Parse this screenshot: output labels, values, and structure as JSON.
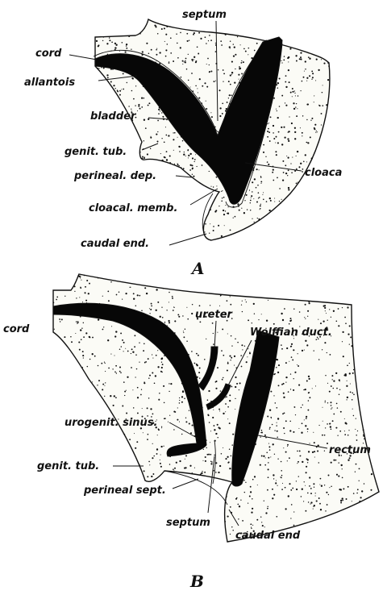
{
  "panel_a": {
    "caption": "A",
    "labels": {
      "septum": "septum",
      "cord": "cord",
      "allantois": "allantois",
      "bladder": "bladder",
      "genit_tub": "genit. tub.",
      "perineal_dep": "perineal. dep.",
      "cloacal_memb": "cloacal. memb.",
      "caudal_end": "caudal end.",
      "cloaca": "cloaca"
    }
  },
  "panel_b": {
    "caption": "B",
    "labels": {
      "cord": "cord",
      "ureter": "ureter",
      "wolffian_duct": "Wolffian duct.",
      "urogenit_sinus": "urogenit. sinus.",
      "rectum": "rectum",
      "genit_tub": "genit. tub.",
      "perineal_sept": "perineal sept.",
      "septum": "septum",
      "caudal_end": "caudal end"
    }
  },
  "colors": {
    "ink": "#111111",
    "lumen": "#070707",
    "tissue": "#fbfbf6",
    "background": "#ffffff"
  }
}
